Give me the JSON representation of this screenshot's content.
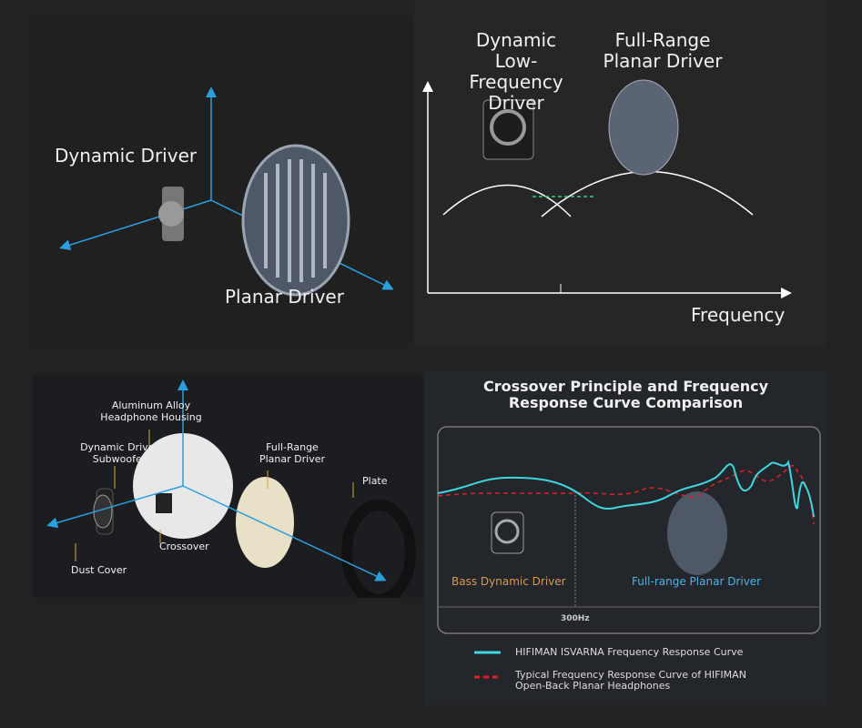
{
  "top_left": {
    "dynamic_label": "Dynamic Driver",
    "planar_label": "Planar Driver"
  },
  "top_right": {
    "dynamic_label": [
      "Dynamic",
      "Low-Frequency",
      "Driver"
    ],
    "planar_label": [
      "Full-Range",
      "Planar Driver"
    ],
    "x_axis": "Frequency"
  },
  "exploded": {
    "housing": [
      "Aluminum Alloy",
      "Headphone Housing"
    ],
    "subwoofer": [
      "Dynamic Driver",
      "Subwoofer"
    ],
    "planar": [
      "Full-Range",
      "Planar Driver"
    ],
    "plate": "Plate",
    "crossover": "Crossover",
    "dust_cover": "Dust Cover"
  },
  "comparison": {
    "title": [
      "Crossover Principle and Frequency",
      "Response Curve Comparison"
    ],
    "bass_label": "Bass Dynamic Driver",
    "planar_label": "Full-range Planar Driver",
    "crossover_freq": "300Hz",
    "legend": [
      {
        "label": "HIFIMAN ISVARNA Frequency Response Curve",
        "color": "#3fd6e0"
      },
      {
        "label": [
          "Typical Frequency Response Curve of HIFIMAN",
          "Open-Back Planar Headphones"
        ],
        "color": "#e0212a"
      }
    ]
  },
  "colors": {
    "axis": "#2a9fe0",
    "bass": "#d79a55",
    "planar": "#4fb2e4",
    "leader": "#d4a640"
  }
}
